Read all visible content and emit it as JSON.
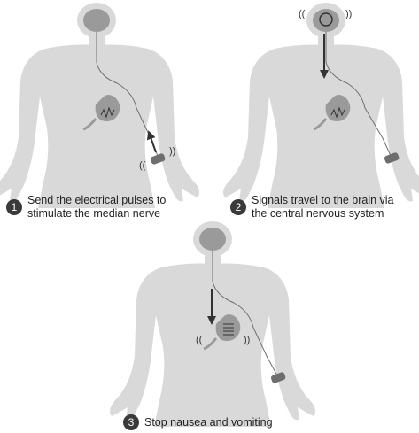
{
  "colors": {
    "body": "#d9d9d9",
    "organ": "#9a9a9a",
    "outline": "#6e6e6e",
    "arrow": "#333333",
    "badge": "#3a3a3a"
  },
  "steps": [
    {
      "number": "1",
      "line1": "Send the electrical pulses to",
      "line2": "stimulate the median nerve"
    },
    {
      "number": "2",
      "line1": "Signals travel to the brain via",
      "line2": "the central nervous system"
    },
    {
      "number": "3",
      "line1": "Stop nausea and vomiting",
      "line2": ""
    }
  ]
}
